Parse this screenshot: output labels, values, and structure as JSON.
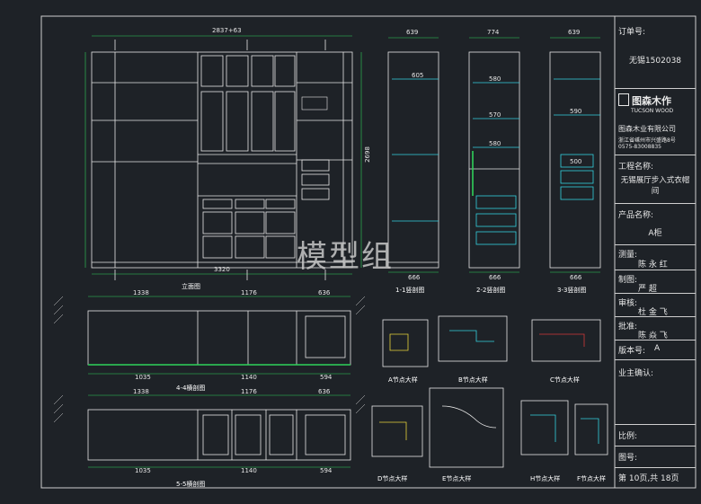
{
  "sheet": {
    "order_no_label": "订单号:",
    "order_no": "无锡1502038",
    "company_logo_text": "图森木作",
    "company_logo_sub": "TUCSON WOOD",
    "company_name": "图森木业有限公司",
    "company_addr": "浙江省嵊州市兴盛路8号",
    "company_phone": "0575-83008835",
    "project_label": "工程名称:",
    "project_name": "无锡展厅步入式衣帽间",
    "product_label": "产品名称:",
    "product_name": "A柜",
    "survey_label": "测量:",
    "survey_name": "陈 永 红",
    "drawer_label": "制图:",
    "drawer_name": "严 超",
    "review_label": "审核:",
    "review_name": "杜 金 飞",
    "approve_label": "批准:",
    "approve_name": "陈 焱 飞",
    "version_label": "版本号:",
    "version": "A",
    "owner_label": "业主确认:",
    "scale_label": "比例:",
    "sheet_no_label": "图号:",
    "page_info": "第 10页,共 18页"
  },
  "views": {
    "elevation_title": "立面图",
    "section_1": "1-1竖剖图",
    "section_2": "2-2竖剖图",
    "section_3": "3-3竖剖图",
    "section_4": "4-4横剖图",
    "section_5": "5-5横剖图",
    "detail_a": "A节点大样",
    "detail_b": "B节点大样",
    "detail_c": "C节点大样",
    "detail_d": "D节点大样",
    "detail_e": "E节点大样",
    "detail_h": "H节点大样",
    "detail_f": "F节点大样"
  },
  "dims": {
    "elev_top": "2837+63",
    "elev_bottom": "3320",
    "elev_height": "2698",
    "s1_top": "639",
    "s1_bottom": "666",
    "s2_top": "774",
    "s2_bottom": "666",
    "s3_top": "639",
    "s3_bottom": "666",
    "s4_row": [
      "1338",
      "1176",
      "636"
    ],
    "s4_bottom": [
      "1035",
      "1140",
      "594"
    ],
    "s5_row": [
      "1338",
      "1176",
      "636"
    ],
    "s5_bottom": [
      "1035",
      "1140",
      "594"
    ],
    "shelf_dims": [
      "605",
      "580",
      "570",
      "580",
      "590",
      "500"
    ]
  },
  "watermark": "模型组",
  "colors": {
    "background": "#1e2227",
    "line_white": "#e6e6e6",
    "dim_green": "#2fd15a",
    "cyan": "#34d1e0",
    "yellow": "#e6d43a",
    "red": "#d23a3a"
  }
}
